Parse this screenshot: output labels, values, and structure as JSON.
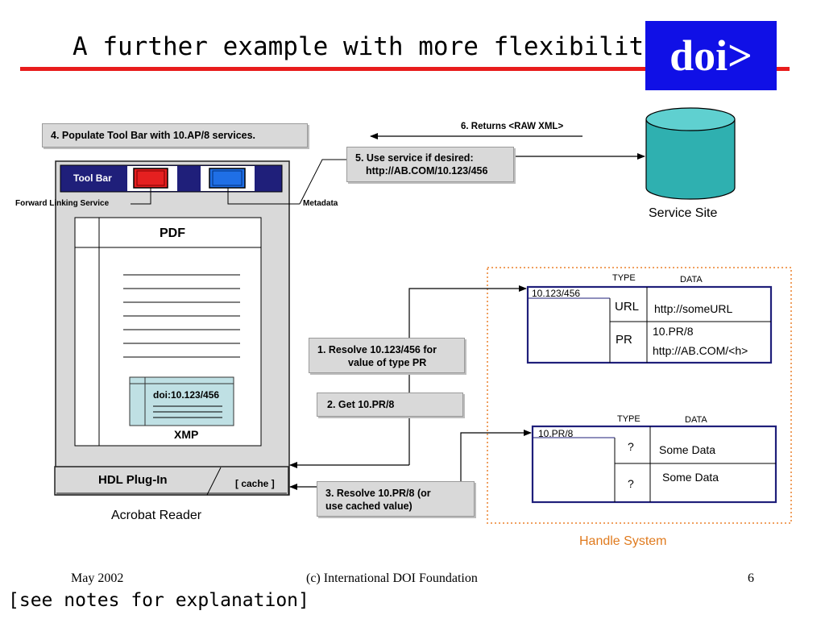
{
  "slide": {
    "title": "A further example with more flexibility",
    "logo": "doi>",
    "notes_hint": "[see notes for explanation]"
  },
  "steps": {
    "step4": "4. Populate Tool Bar with 10.AP/8 services.",
    "step5_line1": "5. Use service if desired:",
    "step5_line2": "http://AB.COM/10.123/456",
    "step6": "6. Returns <RAW XML>",
    "step1_line1": "1. Resolve 10.123/456 for",
    "step1_line2": "value of type PR",
    "step2": "2. Get 10.PR/8",
    "step3_line1": "3. Resolve 10.PR/8 (or",
    "step3_line2": "use cached value)"
  },
  "reader": {
    "toolbar_label": "Tool Bar",
    "forward_linking": "Forward Linking Service",
    "metadata": "Metadata",
    "pdf_label": "PDF",
    "doi_label": "doi:10.123/456",
    "xmp_label": "XMP",
    "plugin_label": "HDL Plug-In",
    "cache_label": "[ cache ]",
    "caption": "Acrobat Reader"
  },
  "service_site": {
    "label": "Service Site"
  },
  "handle_system": {
    "label": "Handle System",
    "label_color": "#e07b1f",
    "record1": {
      "handle": "10.123/456",
      "type_header": "TYPE",
      "data_header": "DATA",
      "rows": [
        {
          "type": "URL",
          "data": "http://someURL"
        },
        {
          "type": "PR",
          "data_line1": "10.PR/8",
          "data_line2": "http://AB.COM/<h>"
        }
      ]
    },
    "record2": {
      "handle": "10.PR/8",
      "type_header": "TYPE",
      "data_header": "DATA",
      "rows": [
        {
          "type": "?",
          "data": "Some Data"
        },
        {
          "type": "?",
          "data": "Some Data"
        }
      ]
    }
  },
  "footer": {
    "date": "May 2002",
    "org": "(c) International DOI Foundation",
    "page": "6"
  },
  "colors": {
    "accent_red": "#e81c1c",
    "logo_blue": "#1010e6",
    "navy": "#1f1f7a",
    "cylinder": "#2fb0b0",
    "xmp_fill": "#bfe0e4",
    "dotted_orange": "#f0a060"
  }
}
